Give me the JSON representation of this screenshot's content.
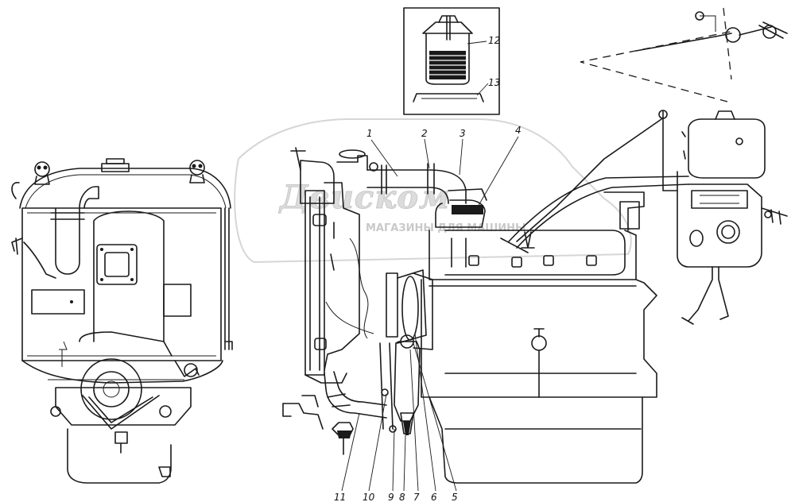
{
  "watermark": {
    "logo": "Двиском",
    "subtitle": "МАГАЗИНЫ ДЛЯ МАШИНЫ"
  },
  "callouts": {
    "c1": "1",
    "c2": "2",
    "c3": "3",
    "c4": "4",
    "c5": "5",
    "c6": "6",
    "c7": "7",
    "c8": "8",
    "c9": "9",
    "c10": "10",
    "c11": "11",
    "c12": "12",
    "c13": "13"
  }
}
